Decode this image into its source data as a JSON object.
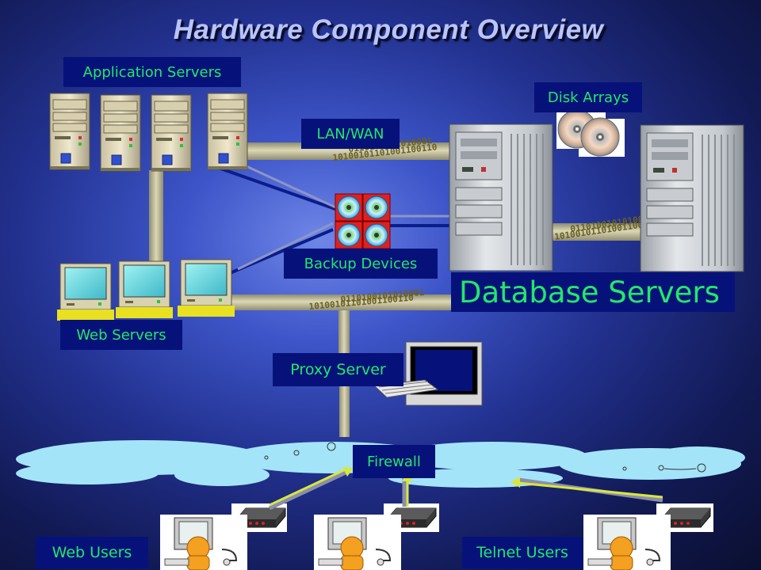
{
  "title": "Hardware Component Overview",
  "labels": {
    "application_servers": "Application Servers",
    "disk_arrays": "Disk Arrays",
    "lan_wan": "LAN/WAN",
    "backup_devices": "Backup Devices",
    "database_servers": "Database Servers",
    "web_servers": "Web Servers",
    "proxy_server": "Proxy Server",
    "firewall": "Firewall",
    "web_users": "Web Users",
    "telnet_users": "Telnet Users"
  },
  "binary_stream": {
    "row1": "0110100101010001",
    "row2": "10100101101001100110"
  },
  "icons": [
    "tower-server-icon",
    "desktop-monitor-icon",
    "disk-icon",
    "tape-backup-icon",
    "database-server-icon",
    "proxy-terminal-icon",
    "cloud-icon",
    "modem-icon",
    "user-at-computer-icon"
  ],
  "colors": {
    "label_bg": "#06127a",
    "label_text": "#22e86a",
    "title_text": "#b9c4ff",
    "link_khaki": "#c8c39a",
    "arrow_yellow": "#d9e640"
  }
}
